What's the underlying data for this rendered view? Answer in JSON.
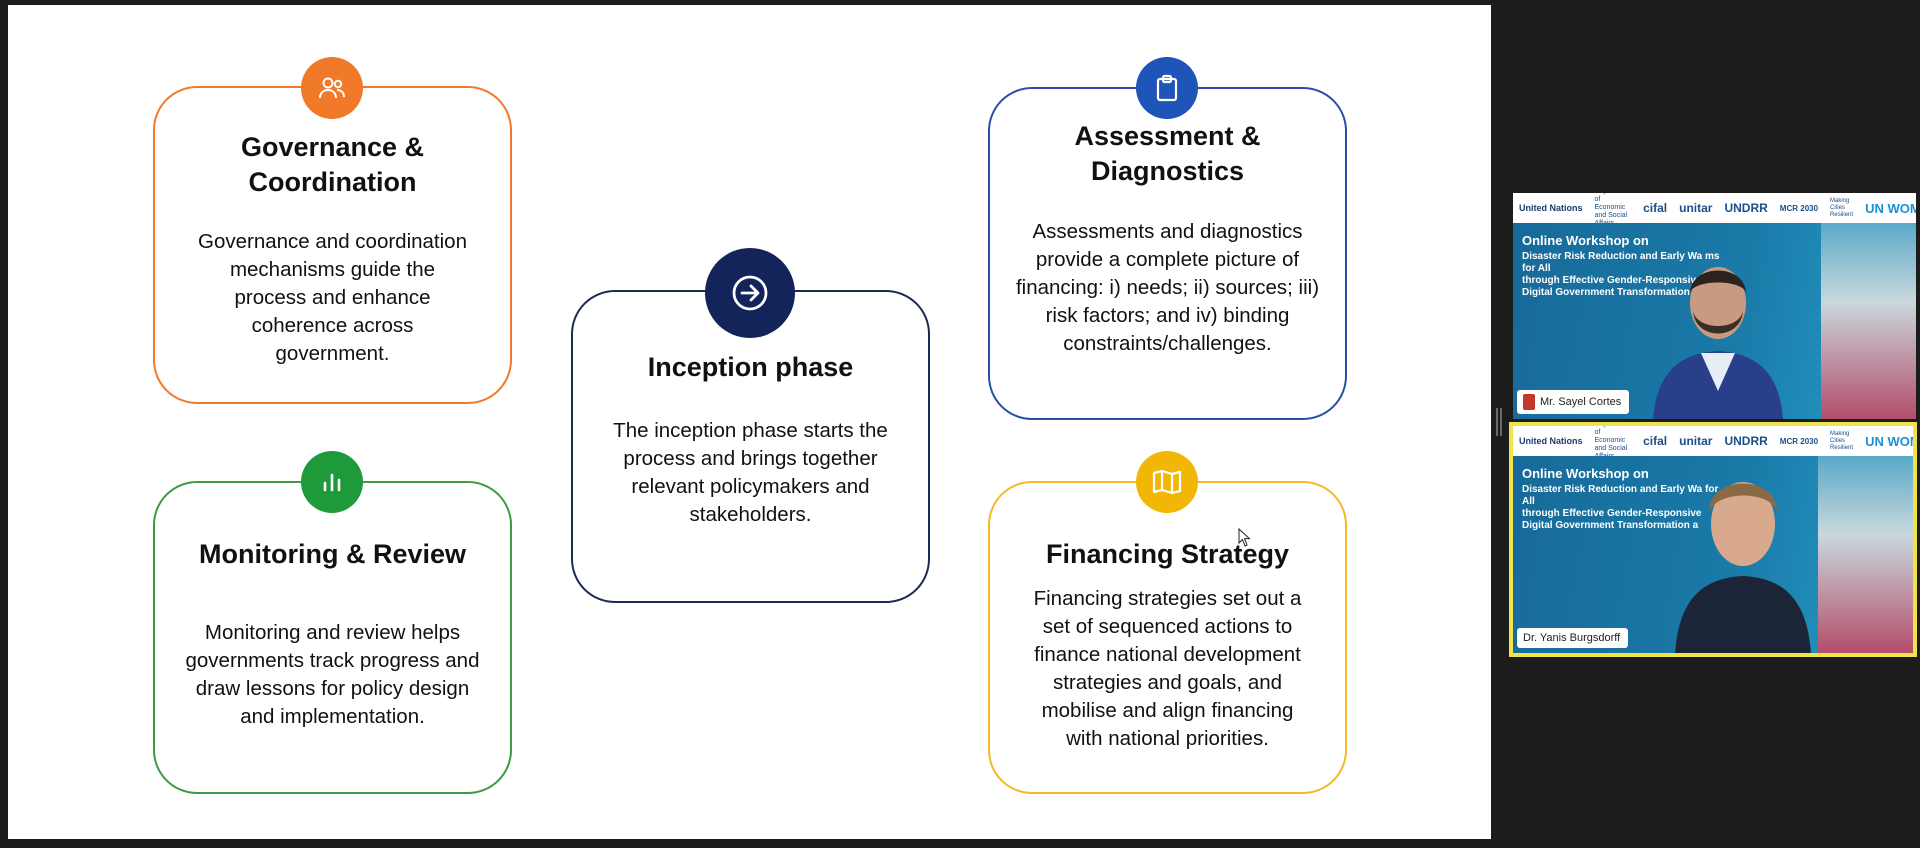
{
  "cards": {
    "governance": {
      "title_line1": "Governance &",
      "title_line2": "Coordination",
      "desc_lines": [
        "Governance and coordination",
        "mechanisms guide the",
        "process and enhance",
        "coherence across",
        "government."
      ],
      "color": "#f07a2a",
      "icon": "people-icon"
    },
    "monitoring": {
      "title": "Monitoring & Review",
      "desc_lines": [
        "Monitoring and review helps",
        "governments track progress and",
        "draw lessons for policy design",
        "and implementation."
      ],
      "color": "#3d9a45",
      "icon": "bar-chart-icon"
    },
    "inception": {
      "title": "Inception phase",
      "desc_lines": [
        "The inception phase starts the",
        "process and brings together",
        "relevant policymakers and",
        "stakeholders."
      ],
      "color": "#1b2a52",
      "icon": "arrow-right-circle-icon"
    },
    "assessment": {
      "title_line1": "Assessment &",
      "title_line2": "Diagnostics",
      "desc_lines": [
        "Assessments and diagnostics",
        "provide a complete picture of",
        "financing: i) needs; ii) sources; iii)",
        "risk factors; and iv) binding",
        "constraints/challenges."
      ],
      "color": "#2a4ea6",
      "icon": "clipboard-icon"
    },
    "financing": {
      "title": "Financing Strategy",
      "desc_lines": [
        "Financing strategies set out a",
        "set of sequenced actions to",
        "finance national development",
        "strategies and goals, and",
        "mobilise and align financing",
        "with national priorities."
      ],
      "color": "#f5b82a",
      "icon": "map-icon"
    }
  },
  "video": {
    "banner": {
      "org1": "United Nations",
      "org2": "Department of Economic and Social Affairs",
      "org3": "cifal",
      "org4": "unitar",
      "org5": "UNDRR",
      "org6": "MCR 2030",
      "org7": "Making Cities Resilient",
      "org8": "UN WOMEN",
      "title": "Online Workshop on",
      "sub1": "Disaster Risk Reduction and Early Wa",
      "sub1b": "ms for All",
      "sub2": "through Effective Gender-Responsive",
      "sub3": "Digital Government Transformation a",
      "sub1c": "for All"
    },
    "participants": [
      {
        "name": "Mr. Sayel Cortes"
      },
      {
        "name": "Dr. Yanis Burgsdorff"
      }
    ],
    "active_border": "#f0e24a"
  }
}
